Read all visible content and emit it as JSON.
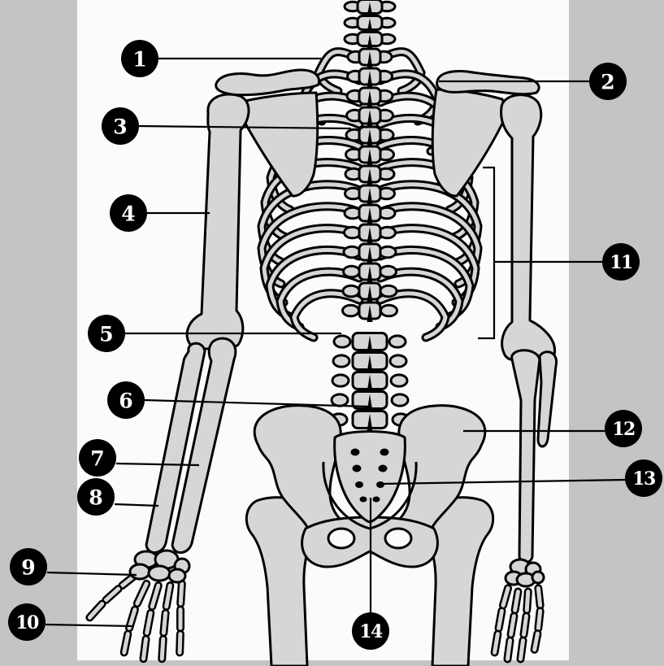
{
  "figure": {
    "callouts": [
      {
        "label": "1"
      },
      {
        "label": "2"
      },
      {
        "label": "3"
      },
      {
        "label": "4"
      },
      {
        "label": "5"
      },
      {
        "label": "6"
      },
      {
        "label": "7"
      },
      {
        "label": "8"
      },
      {
        "label": "9"
      },
      {
        "label": "10"
      },
      {
        "label": "11"
      },
      {
        "label": "12"
      },
      {
        "label": "13"
      },
      {
        "label": "14"
      }
    ]
  },
  "colors": {
    "bone": "#d6d6d6",
    "outline": "#000000",
    "page": "#fbfbfb",
    "margin": "#c4c4c4",
    "callout_circle": "#000000",
    "callout_number": "#ffffff"
  }
}
